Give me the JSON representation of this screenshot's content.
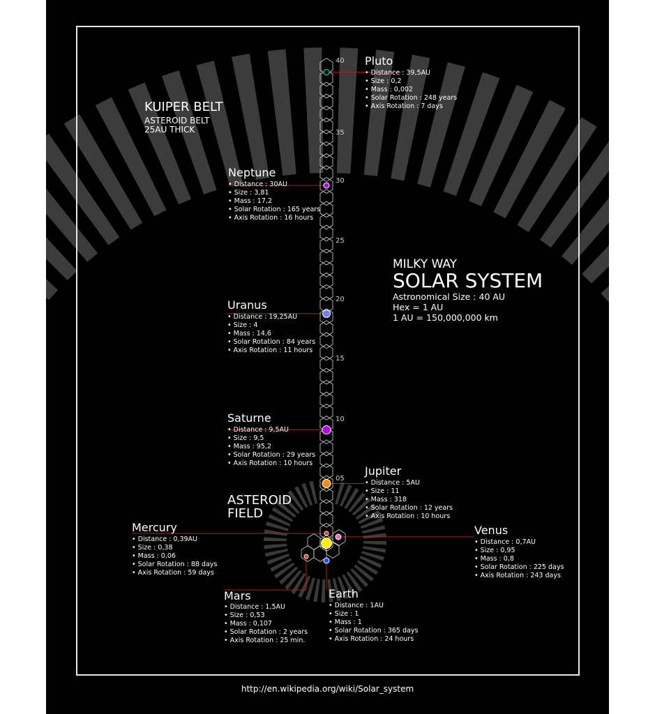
{
  "title": {
    "kicker": "MILKY WAY",
    "main": "SOLAR SYSTEM",
    "lines": [
      "Astronomical Size : 40 AU",
      "Hex = 1 AU",
      "1 AU = 150,000,000 km"
    ]
  },
  "kuiper_belt": {
    "title": "KUIPER BELT",
    "subtitle_lines": [
      "ASTEROID BELT",
      "25AU THICK"
    ]
  },
  "asteroid_field": {
    "lines": [
      "ASTEROID",
      "FIELD"
    ]
  },
  "scale": {
    "max_au": 40,
    "labels": [
      "40",
      "35",
      "30",
      "25",
      "20",
      "15",
      "10",
      "05"
    ]
  },
  "colors": {
    "background": "#000000",
    "frame": "#e8e8e8",
    "leader_line": "#c01a1a",
    "hex_stroke": "#d8d8d8",
    "belt_stripe": "#3c3c3c"
  },
  "planets": [
    {
      "id": "mercury",
      "name": "Mercury",
      "au": 0.39,
      "color": "#ff2a1a",
      "stats": [
        "Distance : 0,39AU",
        "Size : 0,38",
        "Mass : 0,06",
        "Solar Rotation : 88 days",
        "Axis Rotation : 59 days"
      ]
    },
    {
      "id": "venus",
      "name": "Venus",
      "au": 0.7,
      "color": "#ff66c8",
      "stats": [
        "Distance : 0,7AU",
        "Size : 0,95",
        "Mass : 0,8",
        "Solar Rotation : 225 days",
        "Axis Rotation : 243 days"
      ]
    },
    {
      "id": "earth",
      "name": "Earth",
      "au": 1,
      "color": "#1e55e0",
      "stats": [
        "Distance : 1AU",
        "Size : 1",
        "Mass : 1",
        "Solar Rotation : 365 days",
        "Axis Rotation : 24 hours"
      ]
    },
    {
      "id": "mars",
      "name": "Mars",
      "au": 1.5,
      "color": "#ff2a1a",
      "stats": [
        "Distance : 1,5AU",
        "Size : 0,53",
        "Mass : 0,107",
        "Solar Rotation : 2 years",
        "Axis Rotation : 25 min."
      ]
    },
    {
      "id": "jupiter",
      "name": "Jupiter",
      "au": 5,
      "color": "#ff8c00",
      "stats": [
        "Distance : 5AU",
        "Size : 11",
        "Mass : 318",
        "Solar Rotation : 12 years",
        "Axis Rotation : 10 hours"
      ]
    },
    {
      "id": "saturne",
      "name": "Saturne",
      "au": 9.5,
      "color": "#b500ee",
      "stats": [
        "Distance : 9,5AU",
        "Size : 9,5",
        "Mass : 95,2",
        "Solar Rotation : 29 years",
        "Axis Rotation : 10 hours"
      ]
    },
    {
      "id": "uranus",
      "name": "Uranus",
      "au": 19.25,
      "color": "#6f7ff0",
      "stats": [
        "Distance : 19,25AU",
        "Size : 4",
        "Mass : 14,6",
        "Solar Rotation : 84 years",
        "Axis Rotation : 11 hours"
      ]
    },
    {
      "id": "neptune",
      "name": "Neptune",
      "au": 30,
      "color": "#b000ff",
      "stats": [
        "Distance : 30AU",
        "Size : 3,81",
        "Mass : 17,2",
        "Solar Rotation : 165 years",
        "Axis Rotation : 16 hours"
      ]
    },
    {
      "id": "pluto",
      "name": "Pluto",
      "au": 39.5,
      "color": "#0fa37f",
      "stats": [
        "Distance : 39,5AU",
        "Size : 0,2",
        "Mass : 0,002",
        "Solar Rotation : 248 years",
        "Axis Rotation : 7 days"
      ]
    }
  ],
  "sun": {
    "color": "#ffee00"
  },
  "source": "http://en.wikipedia.org/wiki/Solar_system"
}
